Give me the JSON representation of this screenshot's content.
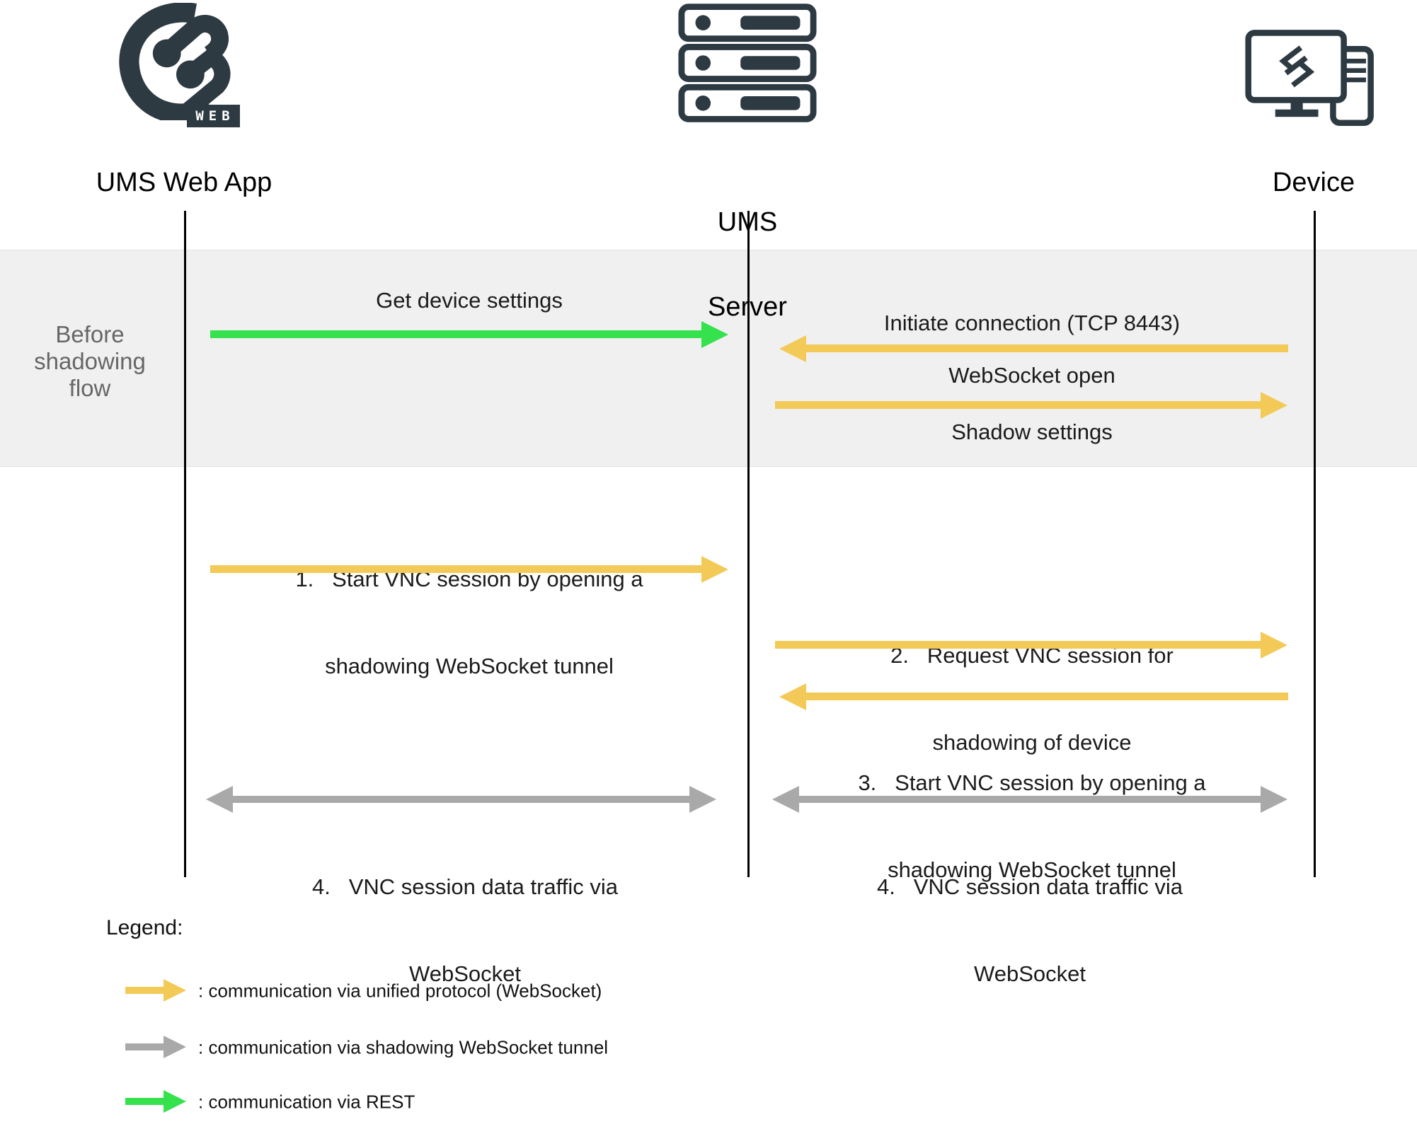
{
  "colors": {
    "unified_protocol": "#F3CA58",
    "shadow_tunnel": "#A9A9A9",
    "rest": "#35E14D",
    "dark": "#2D3A42",
    "band_bg": "#F0F0F0",
    "band_border": "#E3E3E3",
    "band_label": "#666666",
    "lifeline": "#000000",
    "text": "#1B1B1B"
  },
  "icons": {
    "web_app_icon": "igel-web-logo",
    "server_icon": "server-stack",
    "device_icon": "workstation-monitor"
  },
  "actors": {
    "web_app": {
      "label": "UMS Web App",
      "badge": "WEB"
    },
    "server": {
      "lines": [
        "UMS",
        "Server"
      ]
    },
    "device": {
      "label": "Device"
    }
  },
  "band": {
    "label_lines": "Before\nshadowing\nflow",
    "get_device_settings": "Get device settings",
    "initiate_connection": "Initiate connection (TCP 8443)",
    "websocket_open": "WebSocket open",
    "shadow_settings": "Shadow settings"
  },
  "flow": {
    "step1": [
      "1.   Start VNC session by opening a",
      "shadowing WebSocket tunnel"
    ],
    "step2": [
      "2.   Request VNC session for",
      "shadowing of device"
    ],
    "step3": [
      "3.   Start VNC session by opening a",
      "shadowing WebSocket tunnel"
    ],
    "step4_left": [
      "4.   VNC session data traffic via",
      "WebSocket"
    ],
    "step4_right": [
      "4.   VNC session data traffic via",
      "WebSocket"
    ]
  },
  "legend": {
    "title": "Legend:",
    "items": [
      {
        "label": ": communication via unified protocol (WebSocket)"
      },
      {
        "label": ": communication via shadowing WebSocket tunnel"
      },
      {
        "label": ": communication via REST"
      }
    ]
  }
}
